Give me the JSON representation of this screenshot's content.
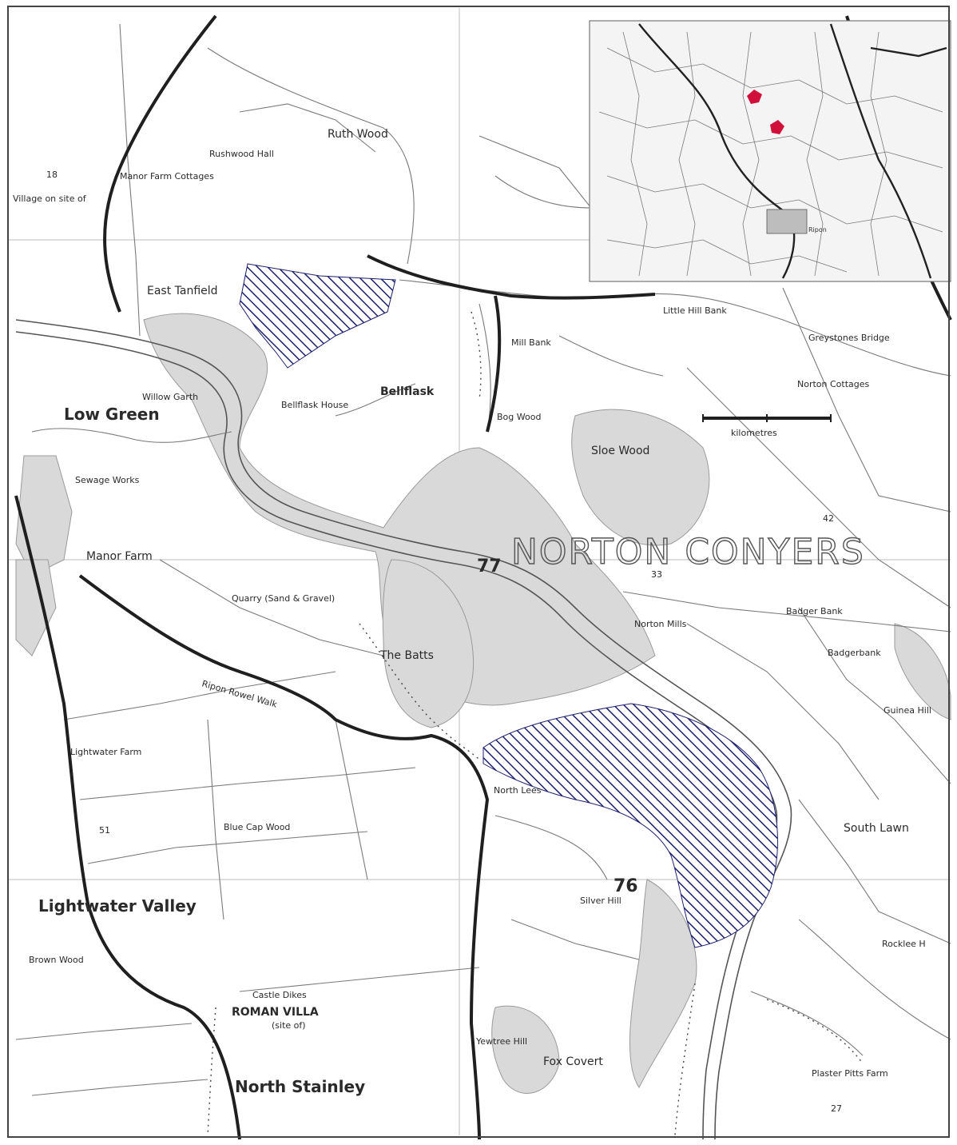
{
  "map": {
    "region_label": "NORTON CONYERS",
    "colors": {
      "paper": "#ffffff",
      "woodland": "#d9d9d9",
      "road": "#1f1f1f",
      "hatch": "#1c1f6e",
      "location_marker": "#d0103a"
    },
    "grid_numbers": [
      "18",
      "77",
      "76",
      "33",
      "51",
      "42",
      "27"
    ],
    "places": {
      "ruth_wood": "Ruth Wood",
      "rushwood_hall": "Rushwood Hall",
      "manor_farm_cottages": "Manor Farm Cottages",
      "east_tanfield": "East Tanfield",
      "village_site": "Village on site of",
      "little_hill_bank": "Little Hill Bank",
      "mill_bank": "Mill Bank",
      "greystones_bridge": "Greystones Bridge",
      "norton_cottages": "Norton Cottages",
      "bellflask": "Bellflask",
      "bellflask_house": "Bellflask House",
      "bog_wood": "Bog Wood",
      "sloe_wood": "Sloe Wood",
      "willow_garth": "Willow Garth",
      "low_green": "Low Green",
      "sewage_works": "Sewage Works",
      "manor_farm": "Manor Farm",
      "quarry": "Quarry (Sand & Gravel)",
      "norton_mills": "Norton Mills",
      "badger_bank": "Badger Bank",
      "badgerbank": "Badgerbank",
      "the_batts": "The Batts",
      "ripon_rowel_walk": "Ripon Rowel Walk",
      "guinea_hill": "Guinea Hill",
      "lightwater_farm": "Lightwater Farm",
      "north_lees": "North Lees",
      "blue_cap_wood": "Blue Cap Wood",
      "south_lawn": "South Lawn",
      "lightwater_valley": "Lightwater Valley",
      "silver_hill": "Silver Hill",
      "rocklee": "Rocklee H",
      "brown_wood": "Brown Wood",
      "castle_dikes": "Castle Dikes",
      "roman_villa": "ROMAN VILLA",
      "site_of": "(site of)",
      "yewtree_hill": "Yewtree Hill",
      "fox_covert": "Fox Covert",
      "plaster_pitts_farm": "Plaster Pitts Farm",
      "north_stainley": "North Stainley"
    },
    "scale_bar": {
      "label": "kilometres"
    },
    "inset": {
      "description_labels": [
        "Ripon"
      ],
      "marker_count": 2
    }
  }
}
